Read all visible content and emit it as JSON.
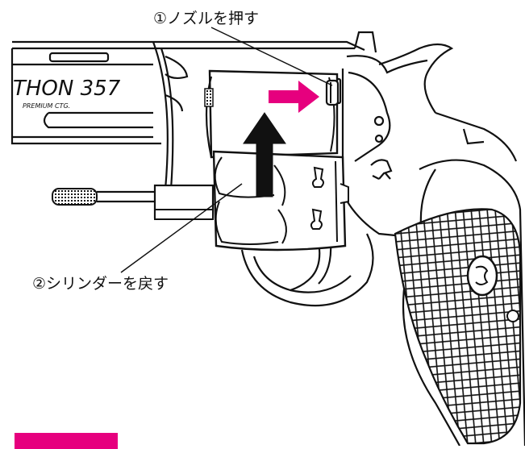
{
  "labels": {
    "step1": "①ノズルを押す",
    "step2": "②シリンダーを戻す",
    "engraving_model": "THON 357",
    "engraving_sub": "PREMIUM CTG.",
    "caution": ""
  },
  "colors": {
    "line": "#111111",
    "accent": "#e6007e",
    "background": "#ffffff",
    "grip": "#ffffff"
  },
  "arrows": {
    "push": "pink-right-arrow",
    "return": "black-up-arrow"
  }
}
